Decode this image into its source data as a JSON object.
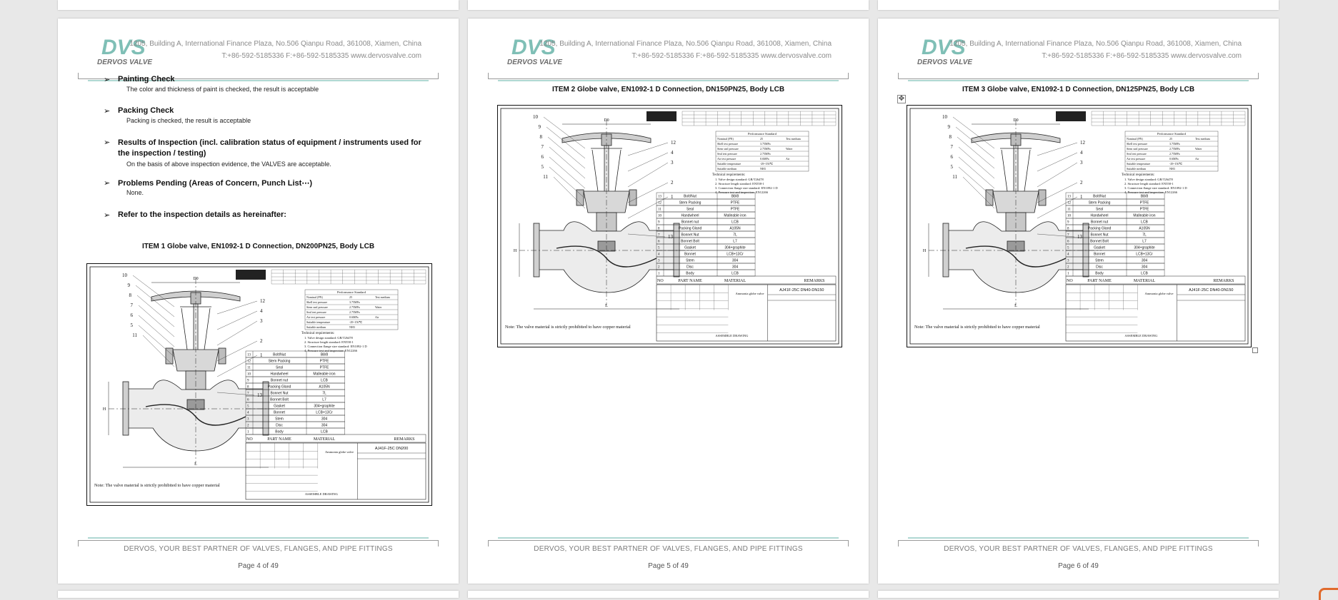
{
  "header": {
    "logo_mark": "DVS",
    "logo_name": "DERVOS VALVE",
    "address": "1205, Building A, International Finance Plaza, No.506 Qianpu Road, 361008, Xiamen, China",
    "contact": "T:+86-592-5185336   F:+86-592-5185335   www.dervosvalve.com"
  },
  "footer": {
    "slogan": "DERVOS, YOUR BEST PARTNER OF VALVES, FLANGES, AND PIPE FITTINGS"
  },
  "colors": {
    "brand_teal": "#7fbfb6",
    "rule": "#9a9a9a"
  },
  "pages": [
    {
      "page_label": "Page 4 of 49",
      "sections": [
        {
          "arrow": "➢",
          "title": "Painting Check",
          "body": "The color and thickness of paint is checked, the result is acceptable"
        },
        {
          "arrow": "➢",
          "title": "Packing Check",
          "body": "Packing is checked, the result is acceptable"
        },
        {
          "arrow": "➢",
          "title": "Results of Inspection (incl. calibration status of equipment / instruments used for the inspection / testing)",
          "body": "On the basis of above inspection evidence, the VALVES are acceptable."
        },
        {
          "arrow": "➢",
          "title": "Problems Pending (Areas of Concern, Punch List⋯)",
          "body": "None."
        },
        {
          "arrow": "➢",
          "title": "Refer to the inspection details as hereinafter:",
          "body": ""
        }
      ],
      "item_title": "ITEM 1  Globe valve, EN1092-1 D Connection, DN200PN25, Body LCB",
      "drawing_note": "Note: The valve material is strictly prohibited to have copper material",
      "drawing_code": "AJ41F-25C DN200"
    },
    {
      "page_label": "Page 5 of 49",
      "item_title": "ITEM 2  Globe valve, EN1092-1 D Connection, DN150PN25, Body LCB",
      "drawing_note": "Note: The valve material is strictly prohibited to have copper material",
      "drawing_code": "AJ41F-25C DN40-DN150"
    },
    {
      "page_label": "Page 6 of 49",
      "item_title": "ITEM 3  Globe valve, EN1092-1 D Connection, DN125PN25, Body LCB",
      "drawing_note": "Note: The valve material is strictly prohibited to have copper material",
      "drawing_code": "AJ41F-25C DN40-DN150"
    }
  ],
  "parts_table": {
    "headers": [
      "NO",
      "PART NAME",
      "MATERIAL",
      "REMARKS"
    ],
    "rows": [
      [
        "13",
        "Bolt/Nut",
        "B8/8"
      ],
      [
        "12",
        "Stem Packing",
        "PTFE"
      ],
      [
        "11",
        "Seal",
        "PTFE"
      ],
      [
        "10",
        "Handwheel",
        "Malleable iron"
      ],
      [
        "9",
        "Bonnet nut",
        "LCB"
      ],
      [
        "8",
        "Packing Gland",
        "A105N"
      ],
      [
        "7",
        "Bonnet Nut",
        "7L"
      ],
      [
        "6",
        "Bonnet Bolt",
        "L7"
      ],
      [
        "5",
        "Gasket",
        "304+graphite"
      ],
      [
        "4",
        "Bonnet",
        "LCB+13Cr"
      ],
      [
        "3",
        "Stem",
        "304"
      ],
      [
        "2",
        "Disc",
        "304"
      ],
      [
        "1",
        "Body",
        "LCB"
      ]
    ]
  },
  "perf_table": {
    "title": "Performance Standard",
    "rows": [
      [
        "Nominal (PN)",
        "25",
        "Test medium"
      ],
      [
        "Shell test pressure",
        "3.75MPa",
        ""
      ],
      [
        "Stem seal pressure",
        "2.75MPa",
        "Water"
      ],
      [
        "Seal test pressure",
        "2.75MPa",
        ""
      ],
      [
        "Air test pressure",
        "0.6MPa",
        "Air"
      ],
      [
        "Suitable temperature",
        "-29~150℃",
        ""
      ],
      [
        "Suitable medium",
        "NH3",
        ""
      ]
    ]
  },
  "tech_req": {
    "title": "Technical requirements:",
    "lines": [
      "1. Valve design standard: GB/T26478",
      "2. Structure length standard: EN558-1",
      "3. Connection flange size standard: EN1092-1 D",
      "4. Pressure test and inspection: EN12266"
    ]
  },
  "drawing_labels": {
    "valve_name": "Ammonia globe valve",
    "assembly": "ASSEMBLE DRAWING",
    "callouts": [
      "10",
      "9",
      "8",
      "7",
      "6",
      "5",
      "11",
      "12",
      "4",
      "3",
      "2",
      "1",
      "13"
    ],
    "dims": [
      "D0",
      "L",
      "H"
    ]
  }
}
